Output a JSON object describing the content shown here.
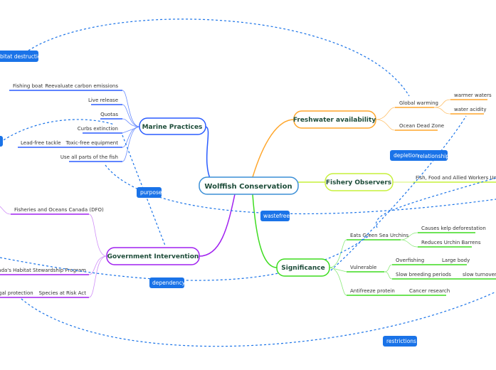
{
  "center": {
    "label": "Wolffish Conservation"
  },
  "branches": {
    "marine": {
      "label": "Marine Practices",
      "color": "#2a5cff",
      "leaves": [
        "Reevaluate carbon emissions",
        "Fishing boat",
        "Live release",
        "Quotas",
        "Curbs extinction",
        "Toxic-free equipment",
        "Lead-free tackle",
        "Use all parts of the fish"
      ]
    },
    "freshwater": {
      "label": "Freshwater availability",
      "color": "#ffa62b",
      "leaves": [
        "Global warming",
        "warmer waters",
        "water acidity",
        "Ocean Dead Zone"
      ]
    },
    "fishery": {
      "label": "Fishery Observers",
      "color": "#c6f03a",
      "leaves": [
        "Fish, Food and Allied Workers Union (FFA"
      ]
    },
    "significance": {
      "label": "Significance",
      "color": "#3ddc1f",
      "leaves": [
        "Eats Green Sea Urchins",
        "Causes kelp deforestation",
        "Reduces Urchin Barrens",
        "Vulnerable",
        "Overfishing",
        "Large body",
        "Slow breeding periods",
        "slow turnover rat",
        "Antifreeze protein",
        "Cancer research"
      ]
    },
    "government": {
      "label": "Government Intervention",
      "color": "#a020f0",
      "leaves": [
        "Fisheries and Oceans Canada (DFO)",
        "Canada's Habitat Stewardship Program",
        "Species at Risk Act",
        "gal protection"
      ]
    }
  },
  "relations": [
    "bitat destruction",
    "depletion",
    "relationship",
    "purpose",
    "wastefree",
    "dependency",
    "restrictions"
  ]
}
